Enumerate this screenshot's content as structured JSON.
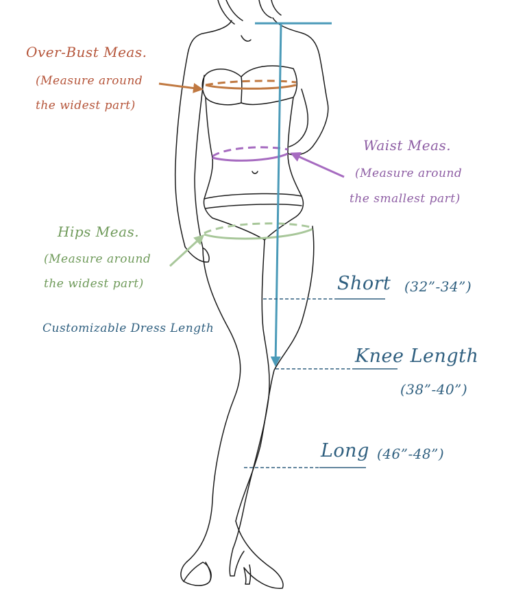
{
  "colors": {
    "bust": "#c07840",
    "bust_text": "#b5553a",
    "waist": "#a66bc0",
    "waist_text": "#8e5ea4",
    "hips": "#a8c79a",
    "hips_text": "#6f9a5a",
    "length": "#4a9ab8",
    "length_text": "#2f5f7f",
    "outline": "#1a1a1a"
  },
  "bust": {
    "title": "Over-Bust Meas.",
    "line1": "(Measure around",
    "line2": "the widest part)"
  },
  "waist": {
    "title": "Waist Meas.",
    "line1": "(Measure around",
    "line2": "the smallest part)"
  },
  "hips": {
    "title": "Hips Meas.",
    "line1": "(Measure around",
    "line2": "the widest part)"
  },
  "dress_length": {
    "title": "Customizable Dress Length"
  },
  "lengths": {
    "short": {
      "label": "Short",
      "range": "(32”-34”)"
    },
    "knee": {
      "label": "Knee Length",
      "range": "(38”-40”)"
    },
    "long": {
      "label": "Long",
      "range": "(46”-48”)"
    }
  }
}
